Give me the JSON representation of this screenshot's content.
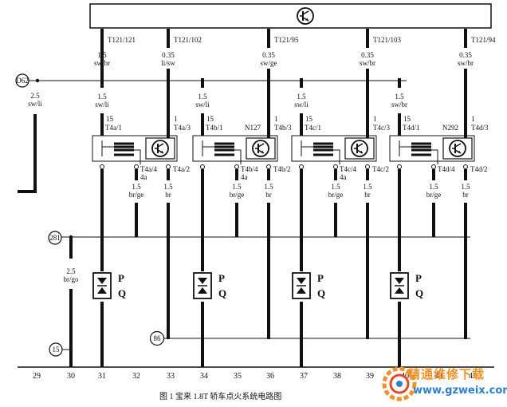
{
  "figure": {
    "caption": "图 1    宝来 1.8T 轿车点火系统电路图"
  },
  "top_pins": [
    "T121/121",
    "T121/102",
    "T121/95",
    "T121/103",
    "T121/94"
  ],
  "ecu_wires": [
    {
      "gauge": "1.5",
      "color": "sw/br"
    },
    {
      "gauge": "0.35",
      "color": "li/sw"
    },
    {
      "gauge": "0.35",
      "color": "sw/ge"
    },
    {
      "gauge": "0.35",
      "color": "sw/br"
    },
    {
      "gauge": "0.35",
      "color": "sw/br"
    }
  ],
  "feed": {
    "node": "D62",
    "down_gauge": "2.5",
    "down_color": "sw/li",
    "branch_gauge": "1.5",
    "branch_color": "sw/li",
    "branch_color_4": "sw/br"
  },
  "modules": [
    {
      "name": "",
      "pin15": "15",
      "pin15_code": "T4a/1",
      "pin1": "1",
      "pin1_code": "T4a/3",
      "pin4": "T4a/4",
      "pin4_sub": "4a",
      "pin2": "T4a/2",
      "gnd_gauge": "1.5",
      "gnd_color": "br/ge",
      "out_gauge": "1.5",
      "out_color": "br"
    },
    {
      "name": "N127",
      "pin15": "15",
      "pin15_code": "T4b/1",
      "pin1": "1",
      "pin1_code": "T4b/3",
      "pin4": "T4b/4",
      "pin4_sub": "4a",
      "pin2": "T4b/2",
      "gnd_gauge": "1.5",
      "gnd_color": "br/ge",
      "out_gauge": "1.5",
      "out_color": "br"
    },
    {
      "name": "",
      "pin15": "15",
      "pin15_code": "T4c/1",
      "pin1": "1",
      "pin1_code": "T4c/3",
      "pin4": "T4c/4",
      "pin4_sub": "4a",
      "pin2": "T4c/2",
      "gnd_gauge": "1.5",
      "gnd_color": "br/ge",
      "out_gauge": "1.5",
      "out_color": "br"
    },
    {
      "name": "N292",
      "pin15": "15",
      "pin15_code": "T4d/1",
      "pin1": "1",
      "pin1_code": "T4d/3",
      "pin4": "T4d/4",
      "pin4_sub": "",
      "pin2": "T4d/2",
      "gnd_gauge": "1.5",
      "gnd_color": "br/ge",
      "out_gauge": "1.5",
      "out_color": "br"
    }
  ],
  "plug": {
    "label_p": "P",
    "label_q": "Q"
  },
  "ground": {
    "node281": "281",
    "node86": "86",
    "node15": "15",
    "gauge": "2.5",
    "color": "br/go"
  },
  "positions": [
    "29",
    "30",
    "31",
    "32",
    "33",
    "34",
    "35",
    "36",
    "37",
    "38",
    "39",
    "40",
    "41",
    "42"
  ],
  "watermark": {
    "title": "精通维修下载",
    "url": "www.gzweix.com"
  },
  "colors": {
    "ink": "#111111",
    "watermark_orange": "#f0922a",
    "watermark_blue": "#2f7fd0"
  },
  "icons": {
    "ecu": "transistor-symbol-icon",
    "spark": "spark-plug-icon"
  }
}
